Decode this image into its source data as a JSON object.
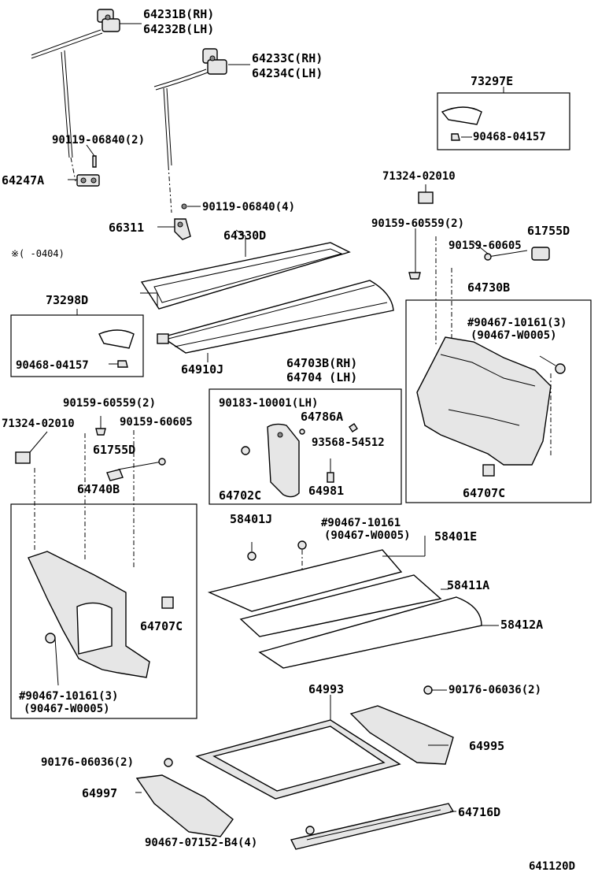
{
  "diagram_id": "641120D",
  "labels": {
    "p64231B": "64231B(RH)",
    "p64232B": "64232B(LH)",
    "p64233C": "64233C(RH)",
    "p64234C": "64234C(LH)",
    "p73297E": "73297E",
    "p90468_top": "90468-04157",
    "p90119_2": "90119-06840(2)",
    "p64247A": "64247A",
    "p71324_r": "71324-02010",
    "p90119_4": "90119-06840(4)",
    "p90159_r2": "90159-60559(2)",
    "p61755D_r": "61755D",
    "p66311": "66311",
    "p64330D": "64330D",
    "p90159_r": "90159-60605",
    "note": "※(    -0404)",
    "p64730B": "64730B",
    "p73298D": "73298D",
    "p90467_r1": "#90467-10161(3)",
    "p90467_r2": "(90467-W0005)",
    "p90468_left": "90468-04157",
    "p64910J": "64910J",
    "p64703B": "64703B(RH)",
    "p64704": "64704  (LH)",
    "p90159_l2": "90159-60559(2)",
    "p90183": "90183-10001(LH)",
    "p64786A": "64786A",
    "p71324_l": "71324-02010",
    "p90159_l": "90159-60605",
    "p93568": "93568-54512",
    "p61755D_l": "61755D",
    "p64702C": "64702C",
    "p64981": "64981",
    "p64707C_r": "64707C",
    "p64740B": "64740B",
    "p58401J": "58401J",
    "p90467_m1": "#90467-10161",
    "p90467_m2": "(90467-W0005)",
    "p58401E": "58401E",
    "p58411A": "58411A",
    "p64707C_l": "64707C",
    "p58412A": "58412A",
    "p90467_l1": "#90467-10161(3)",
    "p90467_l2": "(90467-W0005)",
    "p64993": "64993",
    "p90176_r": "90176-06036(2)",
    "p64995": "64995",
    "p90176_l": "90176-06036(2)",
    "p64997": "64997",
    "p64716D": "64716D",
    "p90467_b": "90467-07152-B4(4)"
  },
  "colors": {
    "line": "#000000",
    "part_fill": "#e6e6e6",
    "background": "#ffffff"
  }
}
